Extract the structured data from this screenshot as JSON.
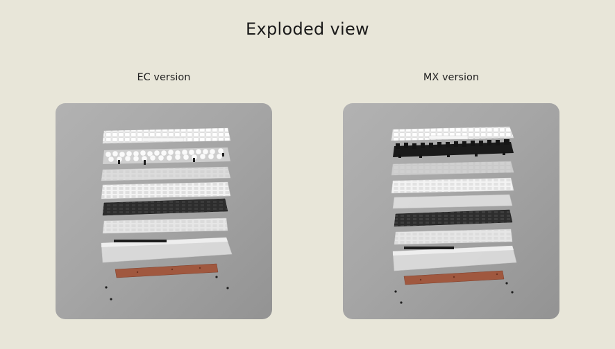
{
  "page": {
    "title": "Exploded view"
  },
  "versions": [
    {
      "caption": "EC version",
      "image_alt": "Exploded view of EC version keyboard",
      "layers": [
        "keycaps",
        "ec-switches",
        "switch-plate",
        "pcb",
        "steel-plate",
        "foam",
        "case",
        "weight",
        "screws"
      ]
    },
    {
      "caption": "MX version",
      "image_alt": "Exploded view of MX version keyboard",
      "layers": [
        "keycaps",
        "mx-switches",
        "plate",
        "pcb",
        "foam-top",
        "steel-plate",
        "foam",
        "case",
        "weight",
        "screws"
      ]
    }
  ],
  "colors": {
    "background": "#e8e6d9",
    "panel": "#a6a6a6",
    "white_part": "#f2f2f2",
    "dark_part": "#2b2b2b",
    "copper": "#a0583f"
  }
}
